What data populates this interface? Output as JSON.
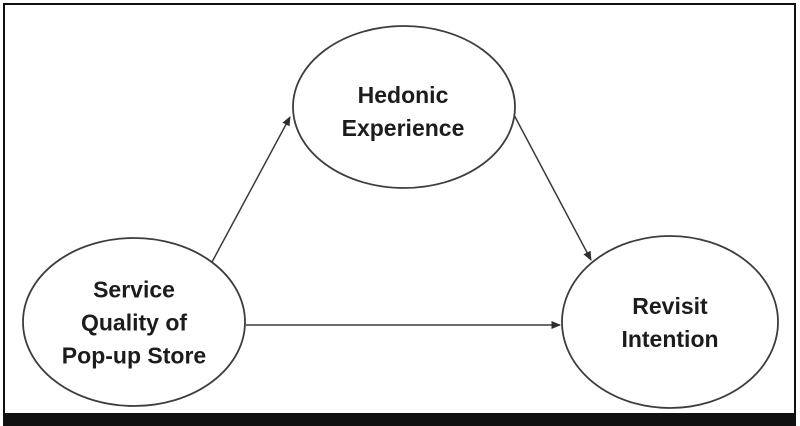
{
  "diagram": {
    "type": "mediation-model",
    "nodes": {
      "service": {
        "label": "Service Quality of Pop-up Store",
        "lines": [
          "Service",
          "Quality of",
          "Pop-up Store"
        ],
        "shape": "ellipse"
      },
      "hedonic": {
        "label": "Hedonic Experience",
        "lines": [
          "Hedonic",
          "Experience"
        ],
        "shape": "ellipse"
      },
      "revisit": {
        "label": "Revisit Intention",
        "lines": [
          "Revisit",
          "Intention"
        ],
        "shape": "ellipse"
      }
    },
    "edges": [
      {
        "from": "Service Quality of Pop-up Store",
        "to": "Hedonic Experience",
        "style": "arrow"
      },
      {
        "from": "Hedonic Experience",
        "to": "Revisit Intention",
        "style": "arrow"
      },
      {
        "from": "Service Quality of Pop-up Store",
        "to": "Revisit Intention",
        "style": "arrow"
      }
    ],
    "colors": {
      "background": "#ffffff",
      "frame_border": "#101010",
      "ellipse_stroke": "#3d3d3d",
      "arrow_stroke": "#3a3a3a",
      "text": "#1c1c1c"
    }
  }
}
